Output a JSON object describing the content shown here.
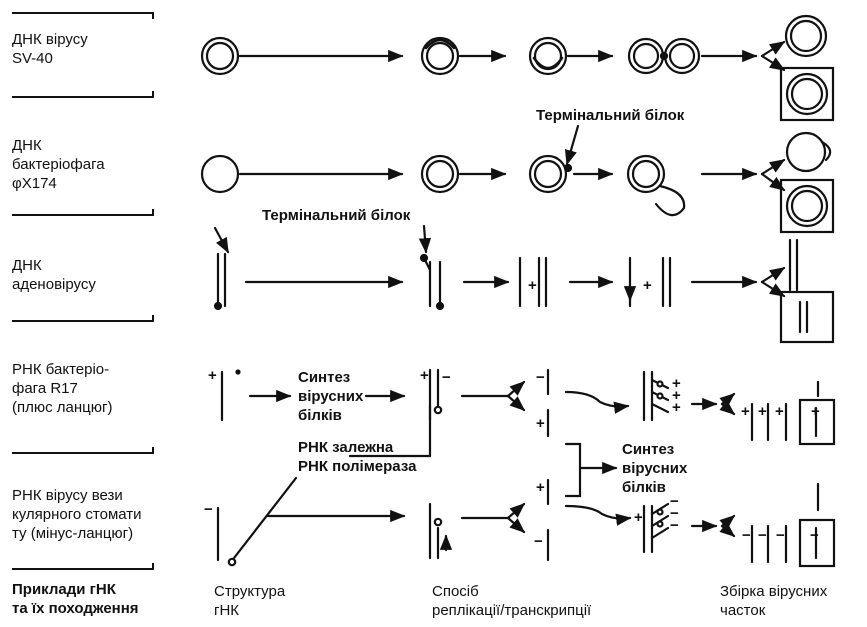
{
  "rows": [
    {
      "title": "ДНК вірусу\nSV-40"
    },
    {
      "title": "ДНК\nбактеріофага\nφX174"
    },
    {
      "title": "ДНК\nаденовірусу"
    },
    {
      "title": "РНК бактеріо-\nфага R17\n(плюс ланцюг)"
    },
    {
      "title": "РНК вірусу вези\nкулярного стомати\nту (мінус-ланцюг)"
    }
  ],
  "annotations": {
    "terminal_protein_1": "Термінальний білок",
    "terminal_protein_2": "Термінальний білок",
    "synthesis_1": "Синтез\nвірусних\nбілків",
    "rna_polymerase": "РНК залежна\nРНК полімераза",
    "synthesis_2": "Синтез\nвірусних\nбілків"
  },
  "footer": {
    "col1": "Приклади гНК\nта їх походження",
    "col2": "Структура\nгНК",
    "col3": "Спосіб\nреплікації/транскрипції",
    "col4": "Збірка вірусних\nчасток"
  },
  "strand_signs": {
    "plus": "+",
    "minus": "−"
  }
}
